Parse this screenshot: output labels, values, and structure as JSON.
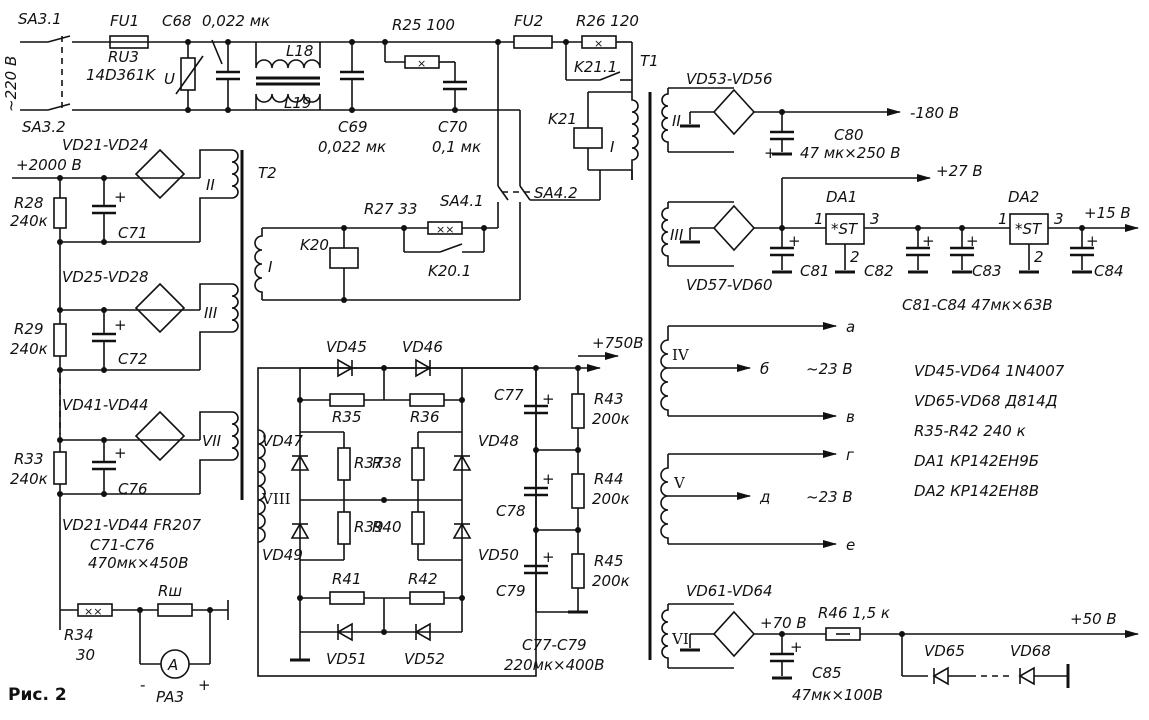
{
  "figure": {
    "caption": "Рис. 2"
  },
  "labels": {
    "sa31": "SA3.1",
    "sa32": "SA3.2",
    "mains": "~220 В",
    "fu1": "FU1",
    "ru3": "RU3",
    "ru3_type": "14D361K",
    "u": "U",
    "c68": "C68",
    "c68_val": "0,022 мк",
    "l18": "L18",
    "l19": "L19",
    "c69": "C69",
    "c69_val": "0,022 мк",
    "r25": "R25 100",
    "c70": "C70",
    "c70_val": "0,1 мк",
    "fu2": "FU2",
    "r26": "R26 120",
    "k211": "K21.1",
    "t1": "T1",
    "k21": "K21",
    "sa41": "SA4.1",
    "sa42": "SA4.2",
    "r27": "R27 33",
    "k20": "K20",
    "k201": "K20.1",
    "t2": "T2",
    "v2000": "+2000 В",
    "vd21_24": "VD21-VD24",
    "r28": "R28",
    "r28_val": "240к",
    "c71": "C71",
    "vd25_28": "VD25-VD28",
    "r29": "R29",
    "r29_val": "240к",
    "c72": "C72",
    "vd41_44": "VD41-VD44",
    "r33": "R33",
    "r33_val": "240к",
    "c76": "C76",
    "note_vd21": "VD21-VD44 FR207",
    "note_c71": "C71-C76",
    "note_c71_val": "470мк×450В",
    "r34": "R34",
    "r34_val": "30",
    "rsh": "Rш",
    "pa3": "PA3",
    "ammeter": "A",
    "vd45": "VD45",
    "vd46": "VD46",
    "r35": "R35",
    "r36": "R36",
    "vd47": "VD47",
    "vd48": "VD48",
    "r37": "R37",
    "r38": "R38",
    "r39": "R39",
    "r40": "R40",
    "vd49": "VD49",
    "vd50": "VD50",
    "r41": "R41",
    "r42": "R42",
    "vd51": "VD51",
    "vd52": "VD52",
    "v750": "+750В",
    "c77": "C77",
    "c78": "C78",
    "c79": "C79",
    "r43": "R43",
    "r43_val": "200к",
    "r44": "R44",
    "r44_val": "200к",
    "r45": "R45",
    "r45_val": "200к",
    "note_c77": "C77-C79",
    "note_c77_val": "220мк×400В",
    "vd53_56": "VD53-VD56",
    "v180": "-180 В",
    "c80": "C80",
    "c80_val": "47 мк×250 В",
    "v27": "+27 В",
    "da1": "DA1",
    "da2": "DA2",
    "v15": "+15 В",
    "c81": "C81",
    "c82": "C82",
    "c83": "C83",
    "c84": "C84",
    "vd57_60": "VD57-VD60",
    "note_c81": "C81-C84 47мк×63В",
    "out_a": "а",
    "out_b": "б",
    "out_v": "в",
    "v23a": "~23 В",
    "out_g": "г",
    "out_d": "д",
    "out_e": "е",
    "v23b": "~23 В",
    "vd61_64": "VD61-VD64",
    "v70": "+70 В",
    "r46": "R46 1,5 к",
    "v50": "+50 В",
    "c85": "C85",
    "c85_val": "47мк×100В",
    "vd65": "VD65",
    "vd68": "VD68",
    "note1": "VD45-VD64  1N4007",
    "note2": "VD65-VD68  Д814Д",
    "note3": "R35-R42  240 к",
    "note4": "DA1   КР142ЕН9Б",
    "note5": "DA2   КР142ЕН8В",
    "wnd_I": "I",
    "wnd_II": "II",
    "wnd_III": "III",
    "wnd_VII": "VII",
    "wnd_VIII": "VIII",
    "wnd_IV": "IV",
    "wnd_V": "V",
    "wnd_VI": "VI",
    "t2_wnd_I": "I",
    "t2_wnd_II": "II",
    "t2_wnd_III": "III",
    "st": "*ST",
    "pin1": "1",
    "pin2": "2",
    "pin3": "3",
    "plus": "+",
    "minus": "-"
  }
}
